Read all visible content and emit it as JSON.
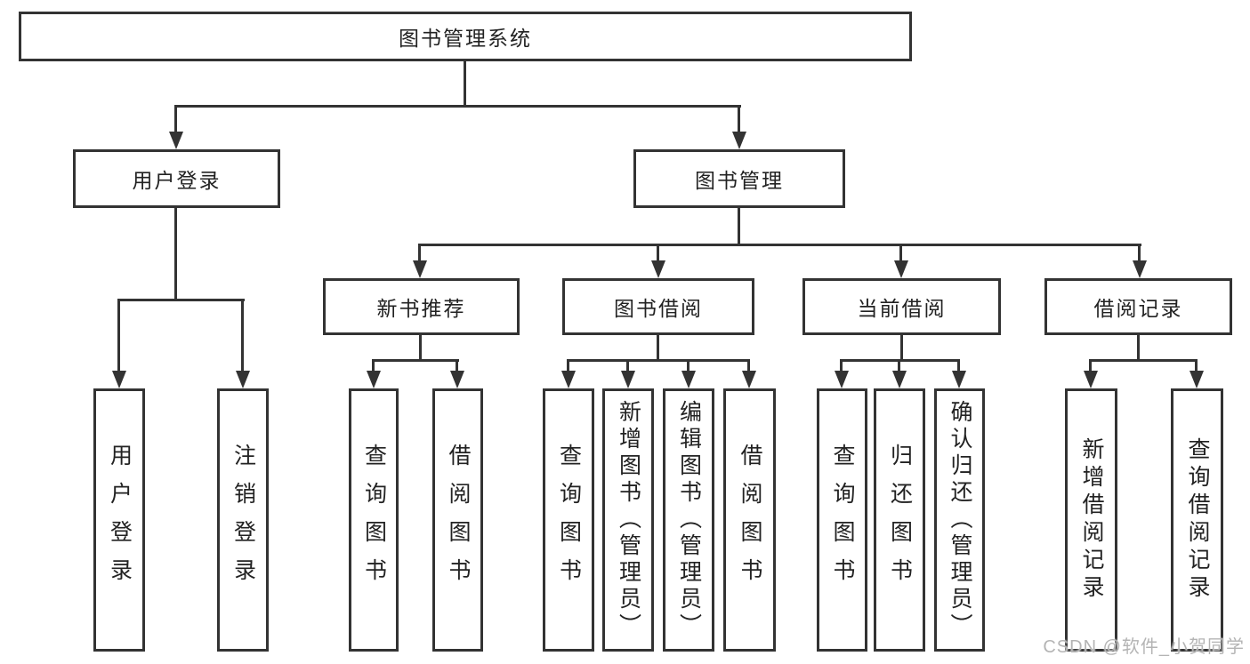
{
  "diagram": {
    "root": {
      "label": "图书管理系统"
    },
    "level2": [
      {
        "label": "用户登录",
        "leaves": [
          {
            "label": "用户登录"
          },
          {
            "label": "注销登录"
          }
        ]
      },
      {
        "label": "图书管理",
        "children": [
          {
            "label": "新书推荐",
            "leaves": [
              {
                "label": "查询图书"
              },
              {
                "label": "借阅图书"
              }
            ]
          },
          {
            "label": "图书借阅",
            "leaves": [
              {
                "label": "查询图书"
              },
              {
                "label": "新增图书（管理员）"
              },
              {
                "label": "编辑图书（管理员）"
              },
              {
                "label": "借阅图书"
              }
            ]
          },
          {
            "label": "当前借阅",
            "leaves": [
              {
                "label": "查询图书"
              },
              {
                "label": "归还图书"
              },
              {
                "label": "确认归还（管理员）"
              }
            ]
          },
          {
            "label": "借阅记录",
            "leaves": [
              {
                "label": "新增借阅记录"
              },
              {
                "label": "查询借阅记录"
              }
            ]
          }
        ]
      }
    ],
    "colors": {
      "line": "#333333",
      "text": "#222222",
      "background": "#ffffff",
      "watermark": "#b4b4b4"
    },
    "watermark": {
      "text": "CSDN @软件_小贺同学"
    }
  }
}
